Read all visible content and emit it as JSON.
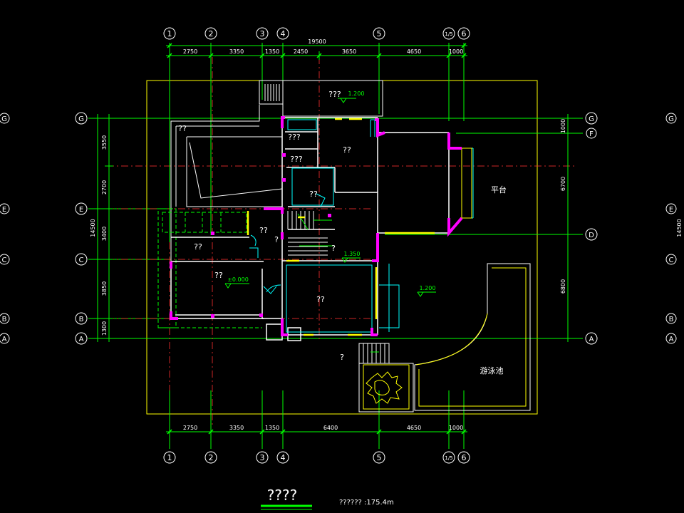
{
  "colors": {
    "background": "#000000",
    "axis": "#00ff00",
    "dimension": "#00ff00",
    "dimension_text": "#ffffff",
    "outline": "#ffff00",
    "wall": "#ffffff",
    "column": "#ff00ff",
    "window": "#ffff00",
    "fixture": "#00ffff",
    "stair": "#ffffff",
    "level_text": "#00ff00",
    "room_text": "#ffffff",
    "title_text": "#ffffff",
    "title_underline": "#00ff00"
  },
  "axes": {
    "columns_top": [
      "1",
      "2",
      "3",
      "4",
      "5",
      "1/5",
      "6"
    ],
    "columns_bottom": [
      "1",
      "2",
      "3",
      "4",
      "5",
      "1/5",
      "6"
    ],
    "rows_left": [
      "G",
      "E",
      "C",
      "B",
      "A"
    ],
    "rows_inner_left": [
      "G",
      "E",
      "C",
      "B",
      "A"
    ],
    "rows_right": [
      "G",
      "F",
      "D",
      "A"
    ],
    "rows_far_right": [
      "G",
      "E",
      "C",
      "B",
      "A"
    ]
  },
  "dimensions": {
    "top_total": "19500",
    "top_segments": [
      "2750",
      "3350",
      "1350",
      "2450",
      "3650",
      "4650",
      "1000"
    ],
    "bottom_segments": [
      "2750",
      "3350",
      "1350",
      "6400",
      "4650",
      "1000"
    ],
    "left_segments": [
      "3550",
      "2700",
      "3400",
      "3850",
      "1300"
    ],
    "left_total": "14500",
    "right_segments": [
      "1000",
      "6700",
      "6800"
    ],
    "right_total": "14500"
  },
  "rooms": {
    "r_top_center": "???",
    "r_upper_left": "??",
    "r_small_1": "???",
    "r_small_2": "???",
    "r_upper_mid": "??",
    "r_mid_small": "??",
    "r_left_mid": "??",
    "r_left_lower": "??",
    "r_left_bottom": "??",
    "r_center": "??",
    "r_bottom_small": "?",
    "r_stair_mark_1": "?",
    "r_stair_mark_2": "?",
    "platform": "平台",
    "pool": "游泳池"
  },
  "levels": {
    "top": "1.200",
    "stair": "1.350",
    "right": "1.200",
    "ground": "±0.000"
  },
  "title": {
    "name": "????",
    "area": "??????  :175.4m"
  }
}
